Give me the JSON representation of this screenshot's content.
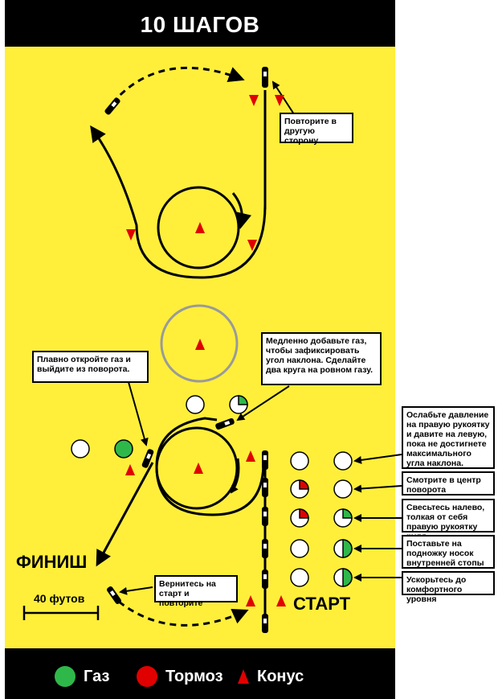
{
  "title": "10 ШАГОВ",
  "labels": {
    "finish": "ФИНИШ",
    "start": "СТАРТ",
    "scale": "40 футов"
  },
  "notes": {
    "repeat_other_side": "Повторите в другую сторону",
    "open_throttle": "Плавно откройте газ и выйдите из поворота.",
    "add_throttle": "Медленно добавьте газ, чтобы зафиксировать угол наклона. Сделайте два круга на ровном газу.",
    "step_release": "Ослабьте давление на правую рукоятку и давите на левую, пока не достигнете максимального угла наклона.",
    "step_look": "Смотрите в центр поворота",
    "step_lean": "Свесьтесь налево, толкая от себя правую рукоятку руля",
    "step_foot": "Поставьте на подножку носок внутренней стопы",
    "step_accelerate": "Ускорьтесь до комфортного уровня",
    "return_start": "Вернитесь на старт и повторите"
  },
  "legend": {
    "gas": "Газ",
    "brake": "Тормоз",
    "cone": "Конус"
  },
  "colors": {
    "field": "#ffef3a",
    "gas": "#2fb84a",
    "brake": "#e00000",
    "cone": "#e00000"
  }
}
